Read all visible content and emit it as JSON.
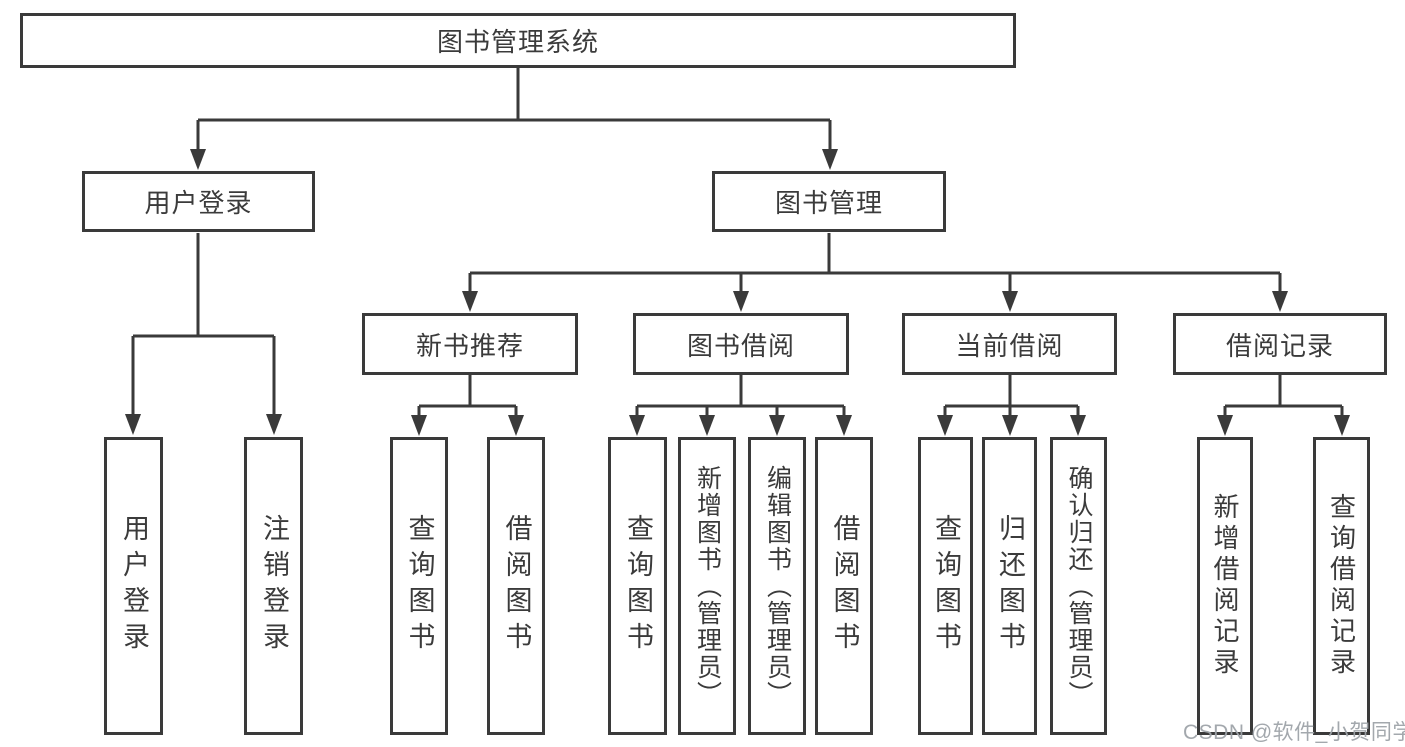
{
  "diagram": {
    "root": "图书管理系统",
    "level2": [
      "用户登录",
      "图书管理"
    ],
    "level3": [
      "新书推荐",
      "图书借阅",
      "当前借阅",
      "借阅记录"
    ],
    "leaves": {
      "user_login": [
        "用户登录",
        "注销登录"
      ],
      "new_books": [
        "查询图书",
        "借阅图书"
      ],
      "book_borrow": [
        "查询图书",
        "新增图书（管理员）",
        "编辑图书（管理员）",
        "借阅图书"
      ],
      "current_borrow": [
        "查询图书",
        "归还图书",
        "确认归还（管理员）"
      ],
      "borrow_records": [
        "新增借阅记录",
        "查询借阅记录"
      ]
    },
    "colors": {
      "line": "#3a3a3a",
      "text": "#3b3b3b",
      "watermark": "#9ea3a9"
    }
  },
  "watermark": "CSDN @软件_小贺同学"
}
